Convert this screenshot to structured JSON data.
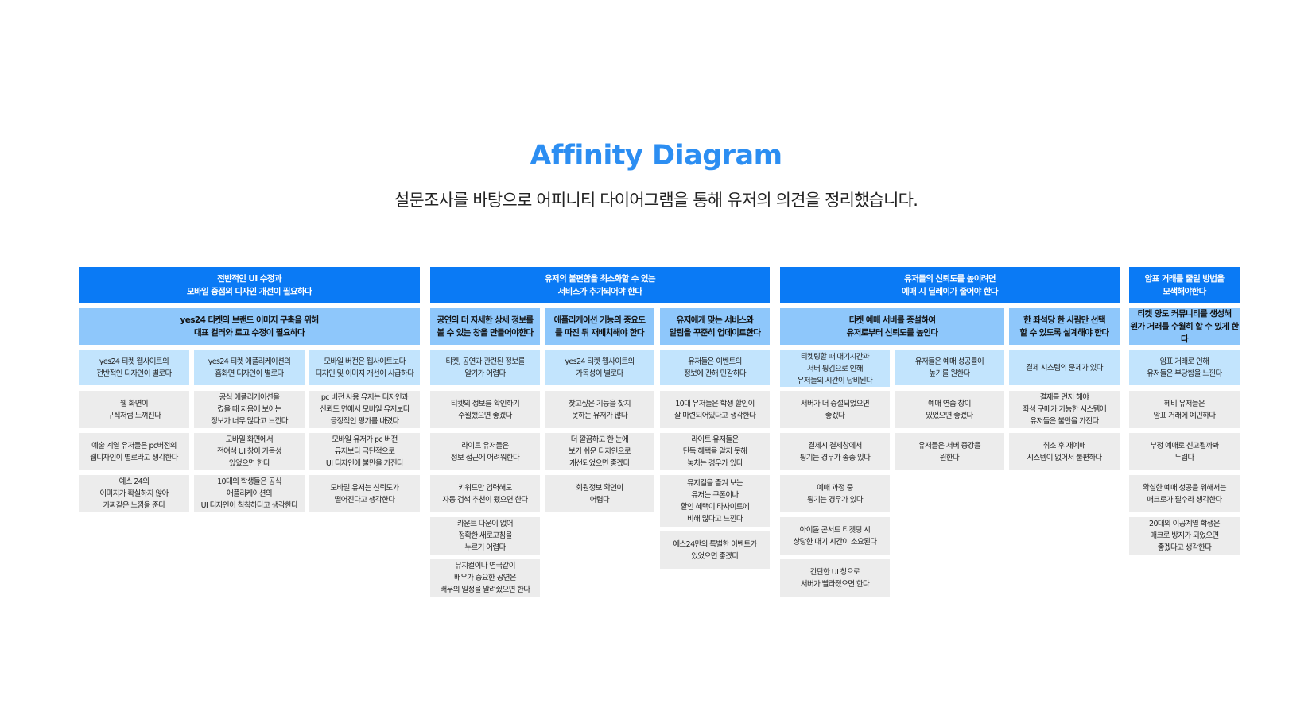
{
  "header": {
    "title": "Affinity Diagram",
    "subtitle": "설문조사를 바탕으로 어피니티 다이어그램을 통해 유저의 의견을 정리했습니다."
  },
  "colors": {
    "accent": "#2c8ef2",
    "level1": "#0a7af5",
    "level2": "#8ec7fb",
    "level3": "#c2e4fd",
    "note": "#ececec"
  },
  "groups": [
    {
      "title": "전반적인 UI 수정과\n모바일 중점의 디자인 개선이 필요하다",
      "subgroups": [
        {
          "title": "yes24 티켓의 브랜드 이미지 구축을 위해\n대표 컬러와 로고 수정이 필요하다",
          "topics": [
            {
              "title": "yes24 티켓 웹사이트의\n전반적인 디자인이 별로다",
              "notes": [
                "웹 화면이\n구식처럼 느껴진다",
                "예술 계열 유저들은 pc버전의\n웹디자인이 별로라고 생각한다",
                "예스 24의\n이미지가 확실하지 않아\n가짜같은 느낌을 준다"
              ]
            },
            {
              "title": "yes24 티켓 애플리케이션의\n홈화면 디자인이 별로다",
              "notes": [
                "공식 애플리케이션을\n켰을 때 처음에 보이는\n정보가 너무 많다고 느낀다",
                "모바일 화면에서\n전여석 UI 창이 가독성\n있었으면 한다",
                "10대의 학생들은 공식\n애플리케이션의\nUI 디자인이 칙칙하다고 생각한다"
              ]
            },
            {
              "title": "모바일 버전은 웹사이트보다\n디자인 및 이미지 개선이 시급하다",
              "notes": [
                "pc 버전 사용 유저는 디자인과\n신뢰도 면에서 모바일 유저보다\n긍정적인 평가를 내렸다",
                "모바일 유저가 pc 버전\n유저보다 극단적으로\nUI 디자인에 불만을 가진다",
                "모바일 유저는 신뢰도가\n떨어진다고 생각한다"
              ]
            }
          ]
        }
      ]
    },
    {
      "title": "유저의 불편함을 최소화할 수 있는\n서비스가 추가되어야 한다",
      "subgroups": [
        {
          "title": "공연의 더 자세한 상세 정보를\n볼 수 있는 창을 만들어야한다",
          "topics": [
            {
              "title": "티켓, 공연과 관련된 정보를\n알기가 어렵다",
              "notes": [
                "티켓의 정보를 확인하기\n수월했으면 좋겠다",
                "라이트 유저들은\n정보 접근에 어려워한다",
                "키워드만 입력해도\n자동 검색 추천이 됐으면 한다",
                "카운트 다운이 없어\n정확한 새로고침을\n누르기 어렵다",
                "뮤지컬이나 연극같이\n배우가 중요한 공연은\n배우의 일정을 알려줬으면 한다"
              ]
            }
          ]
        },
        {
          "title": "애플리케이션 기능의 중요도\n를 따진 뒤 재배치해야 한다",
          "topics": [
            {
              "title": "yes24 티켓 웹사이트의\n가독성이 별로다",
              "notes": [
                "찾고싶은 기능을 찾지\n못하는 유저가 많다",
                "더 깔끔하고 한 눈에\n보기 쉬운 디자인으로\n개선되었으면 좋겠다",
                "회원정보 확인이\n어렵다"
              ]
            }
          ]
        },
        {
          "title": "유저에게 맞는 서비스와\n알림을 꾸준히 업데이트한다",
          "topics": [
            {
              "title": "유저들은 이벤트의\n정보에 관해 민감하다",
              "notes": [
                "10대 유저들은 학생 할인이\n잘 마련되어있다고 생각한다",
                "라이트 유저들은\n단독 혜택을 알지 못해\n놓치는 경우가 있다",
                "뮤지컬을 즐겨 보는\n유저는 쿠폰이나\n할인 혜택이 타사이트에\n비해 많다고 느낀다",
                "예스24만의 특별한 이벤트가\n있었으면 좋겠다"
              ]
            }
          ]
        }
      ]
    },
    {
      "title": "유저들의 신뢰도를 높이려면\n예매 시 딜레이가 줄어야 한다",
      "subgroups": [
        {
          "title": "티켓 예매 서버를 증설하여\n유저로부터 신뢰도를 높인다",
          "topics": [
            {
              "title": "티켓팅할 때 대기시간과\n서버 튕김으로 인해\n유저들의 시간이 낭비된다",
              "notes": [
                "서버가 더 증설되었으면\n좋겠다",
                "결제시 결제창에서\n튕기는 경우가 종종 있다",
                "예매 과정 중\n튕기는 경우가 있다",
                "아이돌 콘서트 티켓팅 시\n상당한 대기 시간이 소요된다",
                "간단한 UI 창으로\n서버가 빨라졌으면 한다"
              ]
            },
            {
              "title": "유저들은 예매 성공률이\n높기를 원한다",
              "notes": [
                "예매 연습 창이\n있었으면 좋겠다",
                "유저들은 서버 증강을\n원한다"
              ]
            }
          ]
        },
        {
          "title": "한 좌석당 한 사람만 선택\n할 수 있도록 설계해야 한다",
          "topics": [
            {
              "title": "결제 시스템의 문제가 있다",
              "notes": [
                "결제를 먼저 해야\n좌석 구매가 가능한 시스템에\n유저들은 불만을 가진다",
                "취소 후 재예매\n시스템이 없어서 불편하다"
              ]
            }
          ]
        }
      ]
    },
    {
      "title": "암표 거래를 줄일 방법을\n모색해야한다",
      "subgroups": [
        {
          "title": "티켓 양도 커뮤니티를 생성해\n원가 거래를 수월히 할 수 있게 한다",
          "topics": [
            {
              "title": "암표 거래로 인해\n유저들은 부당함을 느낀다",
              "notes": [
                "헤비 유저들은\n암표 거래에 예민하다",
                "부정 예매로 신고될까봐\n두렵다",
                "확실한 예매 성공을 위해서는\n매크로가 필수라 생각한다",
                "20대의 이공계열 학생은\n매크로 방지가 되었으면\n좋겠다고 생각한다"
              ]
            }
          ]
        }
      ]
    }
  ]
}
